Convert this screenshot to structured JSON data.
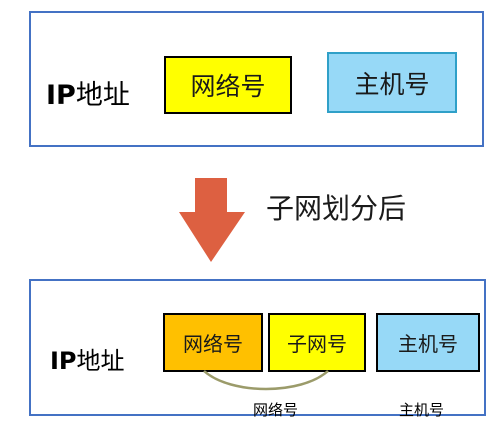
{
  "before": {
    "ip_prefix": "IP",
    "ip_suffix": "地址",
    "network_part": "网络号",
    "host_part": "主机号"
  },
  "transition": {
    "label": "子网划分后"
  },
  "after": {
    "ip_prefix": "IP",
    "ip_suffix": "地址",
    "network_part": "网络号",
    "subnet_part": "子网号",
    "host_part": "主机号",
    "network_caption": "网络号",
    "host_caption": "主机号"
  },
  "colors": {
    "panel_border": "#4472c4",
    "network_fill": "#ffff00",
    "network_fill_after": "#ffc000",
    "subnet_fill": "#ffff00",
    "host_fill": "#97d9f7",
    "arrow": "#dd6041",
    "brace": "#9b9b6a"
  }
}
